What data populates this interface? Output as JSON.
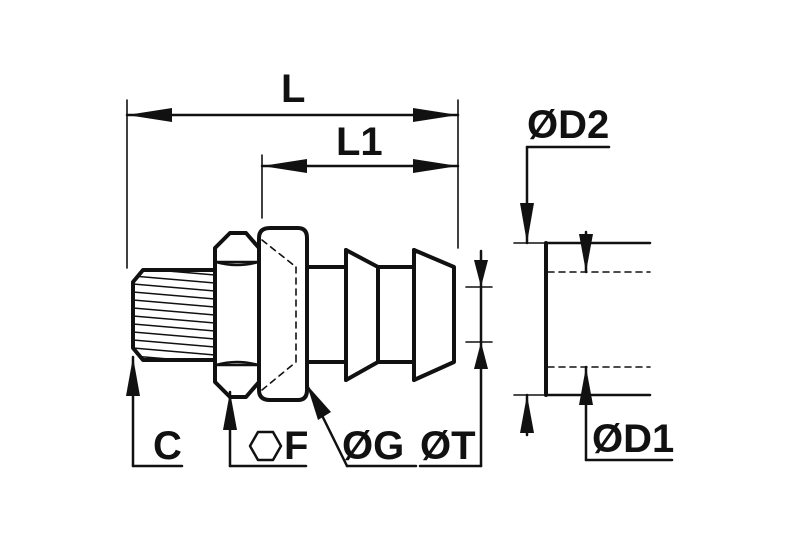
{
  "labels": {
    "L": "L",
    "L1": "L1",
    "D2": "ØD2",
    "D1": "ØD1",
    "C": "C",
    "F": "F",
    "G": "ØG",
    "T": "ØT"
  },
  "icons": {
    "hex": "hexagon-icon"
  },
  "colors": {
    "line": "#111111",
    "background": "#ffffff"
  }
}
